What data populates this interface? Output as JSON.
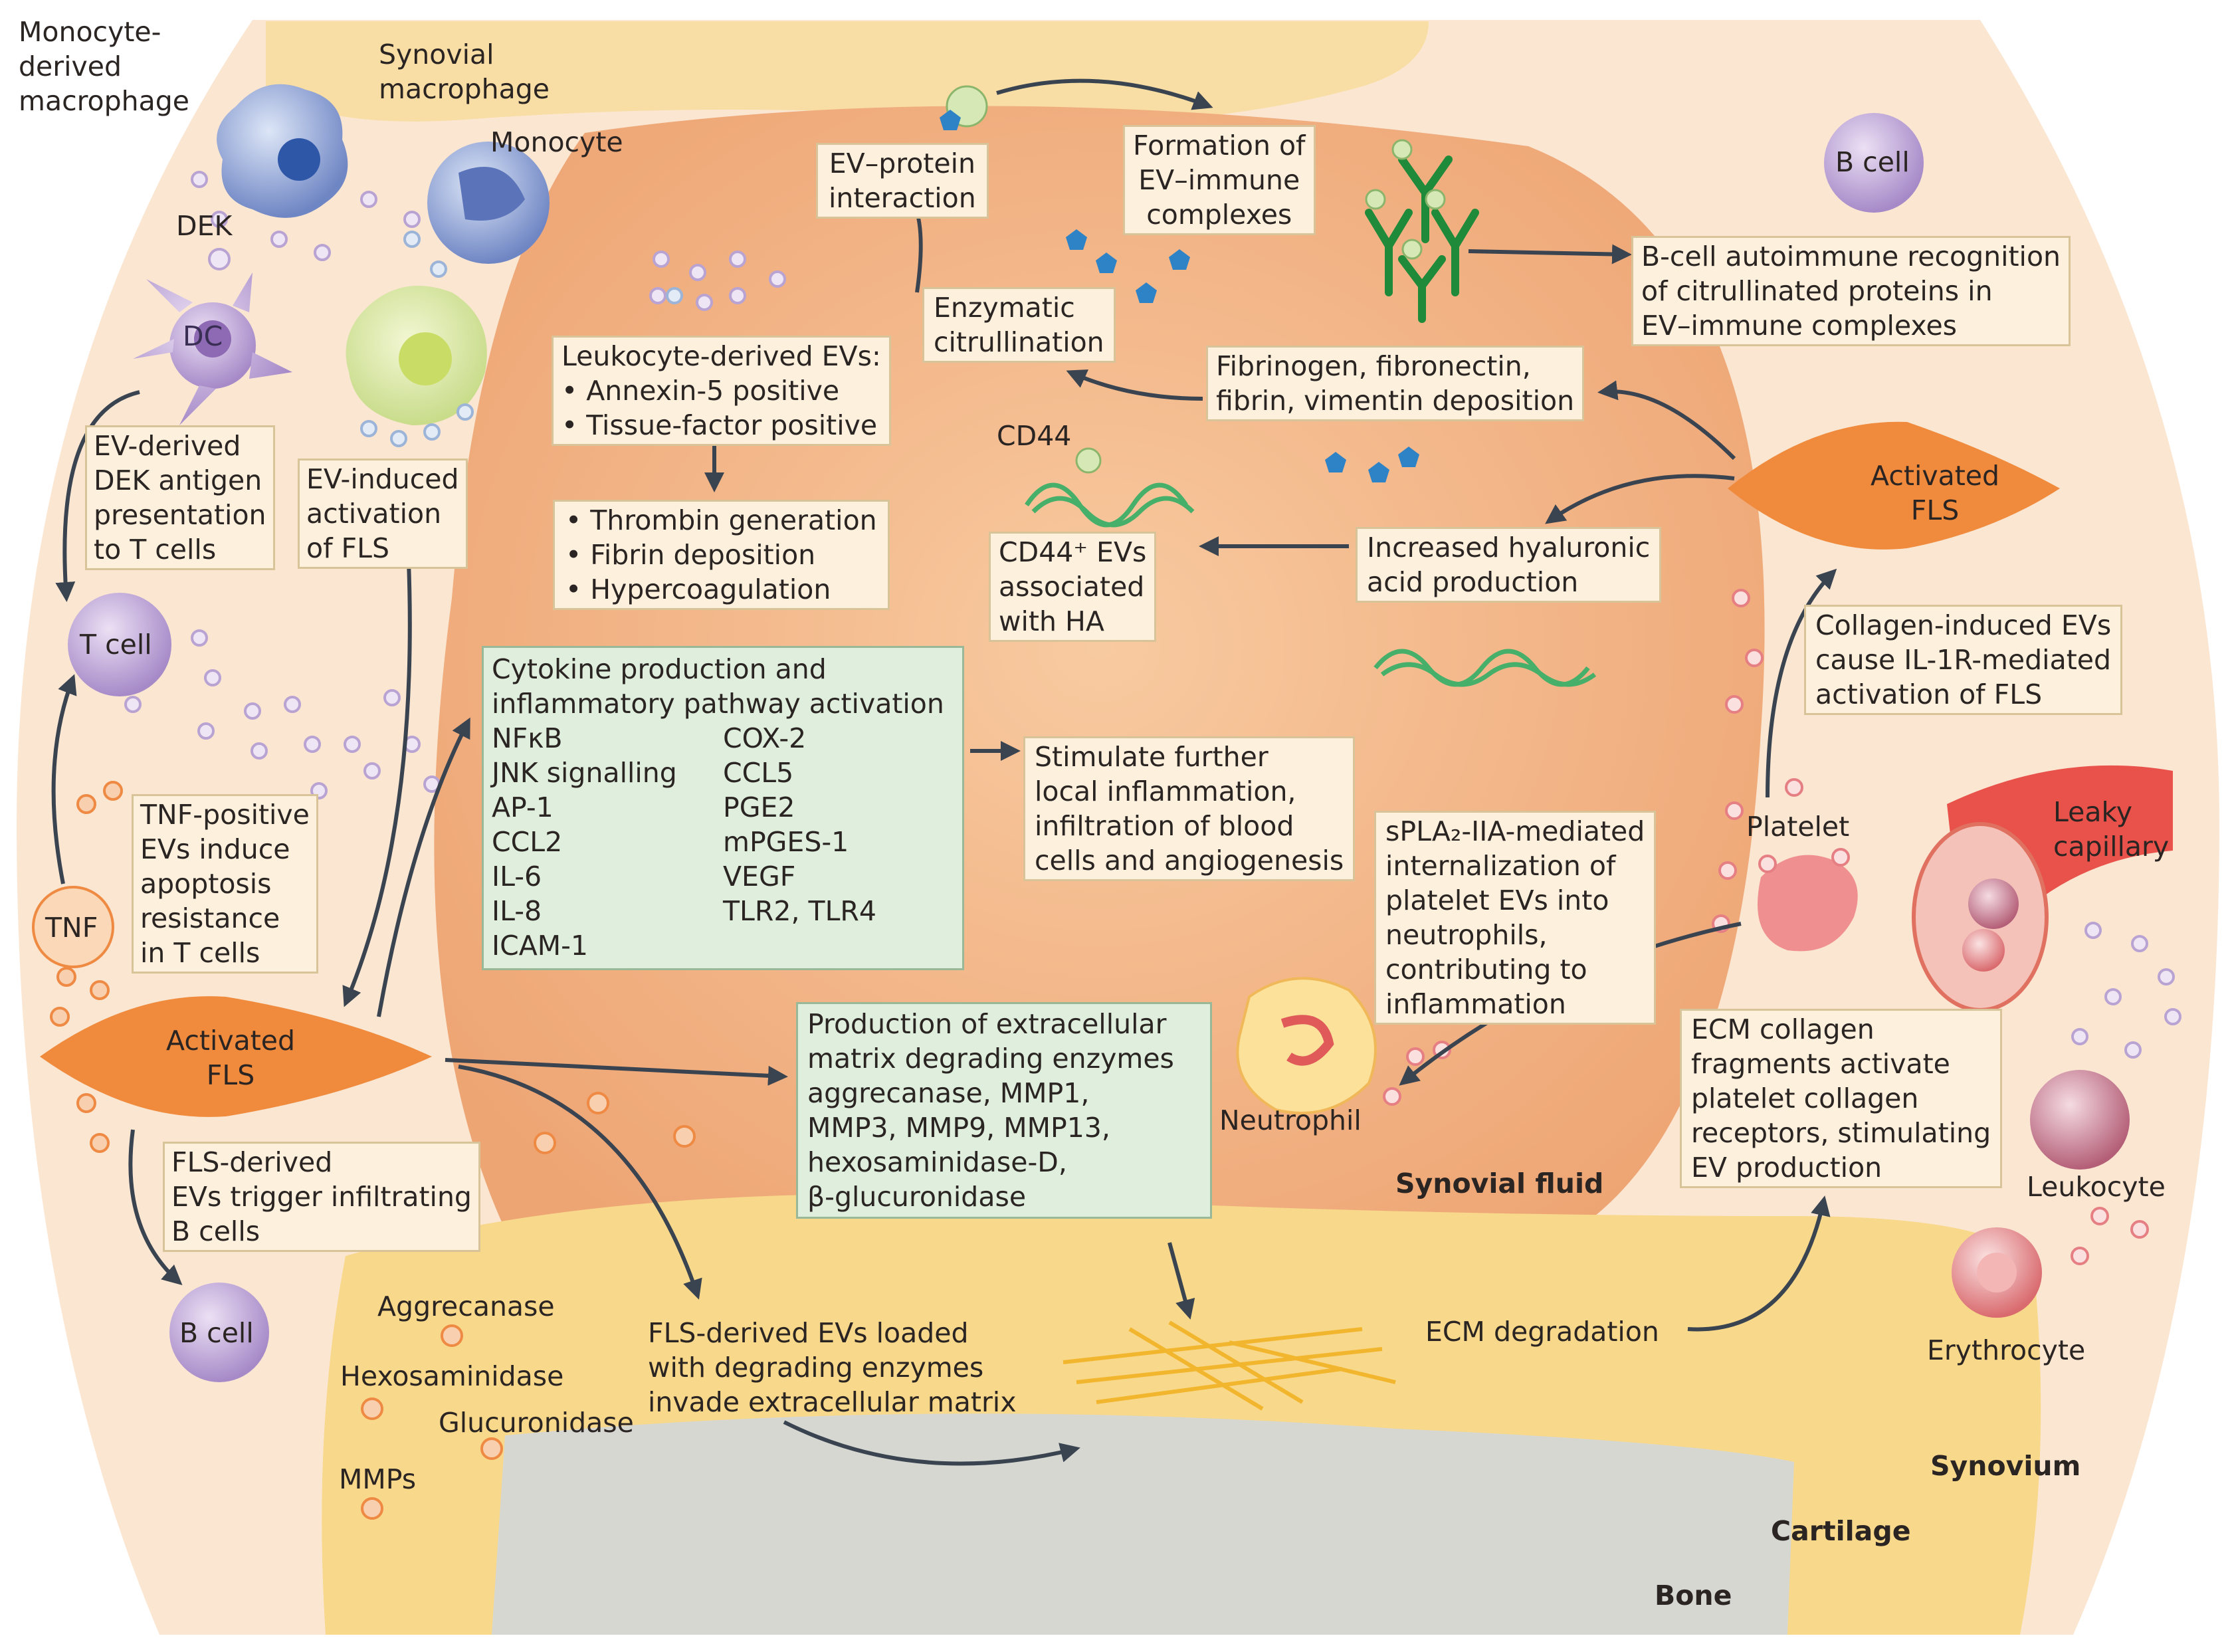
{
  "cells": {
    "monocyte_derived_macrophage": "Monocyte-\nderived\nmacrophage",
    "synovial_macrophage": "Synovial\nmacrophage",
    "monocyte": "Monocyte",
    "dek": "DEK",
    "dc": "DC",
    "t_cell": "T cell",
    "tnf": "TNF",
    "activated_fls_left": "Activated\nFLS",
    "activated_fls_right": "Activated\nFLS",
    "b_cell_bottom": "B cell",
    "b_cell_top": "B cell",
    "platelet": "Platelet",
    "neutrophil": "Neutrophil",
    "leaky_capillary": "Leaky\ncapillary",
    "leukocyte": "Leukocyte",
    "erythrocyte": "Erythrocyte",
    "cd44": "CD44"
  },
  "boxes": {
    "ev_dek": "EV-derived\nDEK antigen\npresentation\nto T cells",
    "ev_fls": "EV-induced\nactivation\nof FLS",
    "tnf_ev": "TNF-positive\nEVs induce\napoptosis\nresistance\nin T cells",
    "fls_b": "FLS-derived\nEVs trigger infiltrating\nB cells",
    "ev_protein": "EV–protein\ninteraction",
    "immune_complex": "Formation of\nEV–immune\ncomplexes",
    "b_autoimmune": "B-cell autoimmune recognition\nof citrullinated proteins in\nEV–immune complexes",
    "enzymatic": "Enzymatic\ncitrullination",
    "leukocyte_evs": "Leukocyte-derived EVs:\n• Annexin-5 positive\n• Tissue-factor positive",
    "fibrinogen": "Fibrinogen, fibronectin,\nfibrin, vimentin deposition",
    "thrombin": "• Thrombin generation\n• Fibrin deposition\n• Hypercoagulation",
    "cd44_evs": "CD44⁺ EVs\nassociated\nwith HA",
    "hyaluronic": "Increased hyaluronic\nacid production",
    "collagen_evs": "Collagen-induced EVs\ncause IL-1R-mediated\nactivation of FLS",
    "stimulate": "Stimulate further\nlocal inflammation,\ninfiltration of blood\ncells and angiogenesis",
    "spla2": "sPLA₂-IIA-mediated\ninternalization of\nplatelet EVs into\nneutrophils,\ncontributing to\ninflammation",
    "ecm_collagen": "ECM collagen\nfragments activate\nplatelet collagen\nreceptors, stimulating\nEV production"
  },
  "cytokine": {
    "title": "Cytokine production and\ninflammatory pathway activation",
    "left": "NFκB\nJNK signalling\nAP-1\nCCL2\nIL-6\nIL-8\nICAM-1",
    "right": "COX-2\nCCL5\nPGE2\nmPGES-1\nVEGF\nTLR2, TLR4"
  },
  "matrix_box": "Production of extracellular\nmatrix degrading enzymes\naggrecanase, MMP1,\nMMP3, MMP9, MMP13,\nhexosaminidase-D,\nβ-glucuronidase",
  "labels": {
    "fls_loaded": "FLS-derived EVs loaded\nwith degrading enzymes\ninvade extracellular matrix",
    "ecm_degradation": "ECM degradation",
    "aggrecanase": "Aggrecanase",
    "hexosaminidase": "Hexosaminidase",
    "glucuronidase": "Glucuronidase",
    "mmps": "MMPs"
  },
  "regions": {
    "synovial_fluid": "Synovial fluid",
    "synovium": "Synovium",
    "cartilage": "Cartilage",
    "bone": "Bone"
  },
  "colors": {
    "synovium_bg": "#fbe7d3",
    "fluid": "#f3b586",
    "cartilage": "#f8d88a",
    "bone": "#d7d7d2",
    "fls": "#f08a3c",
    "antibody": "#1e8a3a",
    "box_bg": "#fdf1de",
    "green_box_bg": "#dfeedd"
  }
}
